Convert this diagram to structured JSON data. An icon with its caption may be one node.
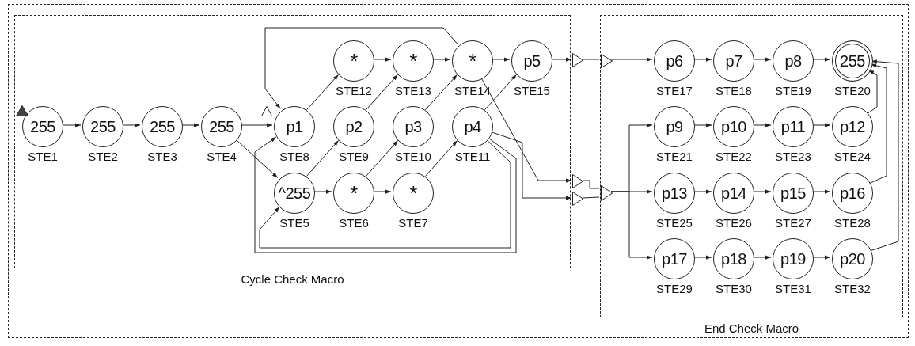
{
  "diagram": {
    "nodes": [
      {
        "text": [],
        "shape": "box"
      },
      {
        "text": [
          "Cycle Check Macro"
        ],
        "in": 0
      },
      {
        "text": [
          "255"
        ],
        "beside": [
          "STE1"
        ],
        "in": 1
      },
      {
        "text": [
          "255"
        ],
        "beside": [
          "STE2"
        ],
        "in": 1
      },
      {
        "text": [
          "255"
        ],
        "beside": [
          "STE3"
        ],
        "in": 1
      },
      {
        "text": [
          "255"
        ],
        "beside": [
          "STE4"
        ],
        "in": 1
      },
      {
        "text": [
          "p1"
        ],
        "beside": [
          "STE8"
        ],
        "in": 1
      },
      {
        "text": [
          "^255"
        ],
        "beside": [
          "STE5"
        ],
        "in": 1
      },
      {
        "text": [
          "*"
        ],
        "beside": [
          "STE12"
        ],
        "in": 1
      },
      {
        "text": [
          "p2"
        ],
        "beside": [
          "STE9"
        ],
        "in": 1
      },
      {
        "text": [
          "*"
        ],
        "beside": [
          "STE6"
        ],
        "in": 1
      },
      {
        "text": [
          "*"
        ],
        "beside": [
          "STE13"
        ],
        "in": 1
      },
      {
        "text": [
          "p3"
        ],
        "beside": [
          "STE10"
        ],
        "in": 1
      },
      {
        "text": [
          "*"
        ],
        "beside": [
          "STE7"
        ],
        "in": 1
      },
      {
        "text": [
          "*"
        ],
        "beside": [
          "STE14"
        ],
        "in": 1
      },
      {
        "text": [
          "p4"
        ],
        "beside": [
          "STE11"
        ],
        "in": 1
      },
      {
        "text": [
          "p5"
        ],
        "beside": [
          "STE15"
        ],
        "in": 1
      },
      {
        "text": [],
        "shape": "triangle",
        "in": 0
      },
      {
        "text": [],
        "shape": "triangle",
        "in": 0
      },
      {
        "text": [],
        "shape": "triangle",
        "in": 0
      },
      {
        "text": [
          "End Check Macro"
        ],
        "in": 0
      },
      {
        "text": [],
        "shape": "triangle",
        "in": 20
      },
      {
        "text": [],
        "shape": "triangle",
        "in": 20
      },
      {
        "text": [
          "p6"
        ],
        "beside": [
          "STE17"
        ],
        "in": 20
      },
      {
        "text": [
          "p7"
        ],
        "beside": [
          "STE18"
        ],
        "in": 20
      },
      {
        "text": [
          "p8"
        ],
        "beside": [
          "STE19"
        ],
        "in": 20
      },
      {
        "text": [
          "255"
        ],
        "beside": [
          "STE20"
        ],
        "in": 20
      },
      {
        "text": [
          "p9"
        ],
        "beside": [
          "STE21"
        ],
        "in": 20
      },
      {
        "text": [
          "p10"
        ],
        "beside": [
          "STE22"
        ],
        "in": 20
      },
      {
        "text": [
          "p11"
        ],
        "beside": [
          "STE23"
        ],
        "in": 20
      },
      {
        "text": [
          "p12"
        ],
        "beside": [
          "STE24"
        ],
        "in": 20
      },
      {
        "text": [
          "p13"
        ],
        "beside": [
          "STE25"
        ],
        "in": 20
      },
      {
        "text": [
          "p14"
        ],
        "beside": [
          "STE26"
        ],
        "in": 20
      },
      {
        "text": [
          "p15"
        ],
        "beside": [
          "STE27"
        ],
        "in": 20
      },
      {
        "text": [
          "p16"
        ],
        "beside": [
          "STE28"
        ],
        "in": 20
      },
      {
        "text": [
          "p17"
        ],
        "beside": [
          "STE29"
        ],
        "in": 20
      },
      {
        "text": [
          "p18"
        ],
        "beside": [
          "STE30"
        ],
        "in": 20
      },
      {
        "text": [
          "p19"
        ],
        "beside": [
          "STE31"
        ],
        "in": 20
      },
      {
        "text": [
          "p20"
        ],
        "beside": [
          "STE32"
        ],
        "in": 20
      }
    ],
    "edges": [
      {
        "from": 2,
        "to": 3,
        "arrow": "to"
      },
      {
        "from": 3,
        "to": 4,
        "arrow": "to"
      },
      {
        "from": 4,
        "to": 5,
        "arrow": "to"
      },
      {
        "from": 5,
        "to": 6,
        "arrow": "to"
      },
      {
        "from": 5,
        "to": 7,
        "arrow": "to"
      },
      {
        "from": 6,
        "to": 8,
        "arrow": "to"
      },
      {
        "from": 8,
        "to": 11,
        "arrow": "to"
      },
      {
        "from": 11,
        "to": 14,
        "arrow": "to"
      },
      {
        "from": 14,
        "to": 16,
        "arrow": "to"
      },
      {
        "from": 7,
        "to": 9,
        "arrow": "to"
      },
      {
        "from": 9,
        "to": 11,
        "arrow": "to"
      },
      {
        "from": 7,
        "to": 10,
        "arrow": "to"
      },
      {
        "from": 10,
        "to": 13,
        "arrow": "to"
      },
      {
        "from": 10,
        "to": 12,
        "arrow": "to"
      },
      {
        "from": 12,
        "to": 14,
        "arrow": "to"
      },
      {
        "from": 13,
        "to": 15,
        "arrow": "to"
      },
      {
        "from": 15,
        "to": 16,
        "arrow": "to"
      },
      {
        "from": 14,
        "to": 6,
        "arrow": "to"
      },
      {
        "from": 15,
        "to": 6,
        "arrow": "to"
      },
      {
        "from": 15,
        "to": 7,
        "arrow": "to"
      },
      {
        "from": 16,
        "to": 17,
        "arrow": "to"
      },
      {
        "from": 17,
        "to": 21,
        "arrow": "none"
      },
      {
        "from": 21,
        "to": 23,
        "arrow": "to"
      },
      {
        "from": 14,
        "to": 18,
        "arrow": "to"
      },
      {
        "from": 15,
        "to": 19,
        "arrow": "to"
      },
      {
        "from": 18,
        "to": 22,
        "arrow": "none"
      },
      {
        "from": 19,
        "to": 22,
        "arrow": "none"
      },
      {
        "from": 22,
        "to": 27,
        "arrow": "to"
      },
      {
        "from": 22,
        "to": 31,
        "arrow": "to"
      },
      {
        "from": 22,
        "to": 35,
        "arrow": "to"
      },
      {
        "from": 23,
        "to": 24,
        "arrow": "to"
      },
      {
        "from": 24,
        "to": 25,
        "arrow": "to"
      },
      {
        "from": 25,
        "to": 26,
        "arrow": "to"
      },
      {
        "from": 27,
        "to": 28,
        "arrow": "to"
      },
      {
        "from": 28,
        "to": 29,
        "arrow": "to"
      },
      {
        "from": 29,
        "to": 30,
        "arrow": "to"
      },
      {
        "from": 31,
        "to": 32,
        "arrow": "to"
      },
      {
        "from": 32,
        "to": 33,
        "arrow": "to"
      },
      {
        "from": 33,
        "to": 34,
        "arrow": "to"
      },
      {
        "from": 35,
        "to": 36,
        "arrow": "to"
      },
      {
        "from": 36,
        "to": 37,
        "arrow": "to"
      },
      {
        "from": 37,
        "to": 38,
        "arrow": "to"
      },
      {
        "from": 30,
        "to": 26,
        "arrow": "to"
      },
      {
        "from": 34,
        "to": 26,
        "arrow": "to"
      },
      {
        "from": 38,
        "to": 26,
        "arrow": "to"
      }
    ]
  }
}
